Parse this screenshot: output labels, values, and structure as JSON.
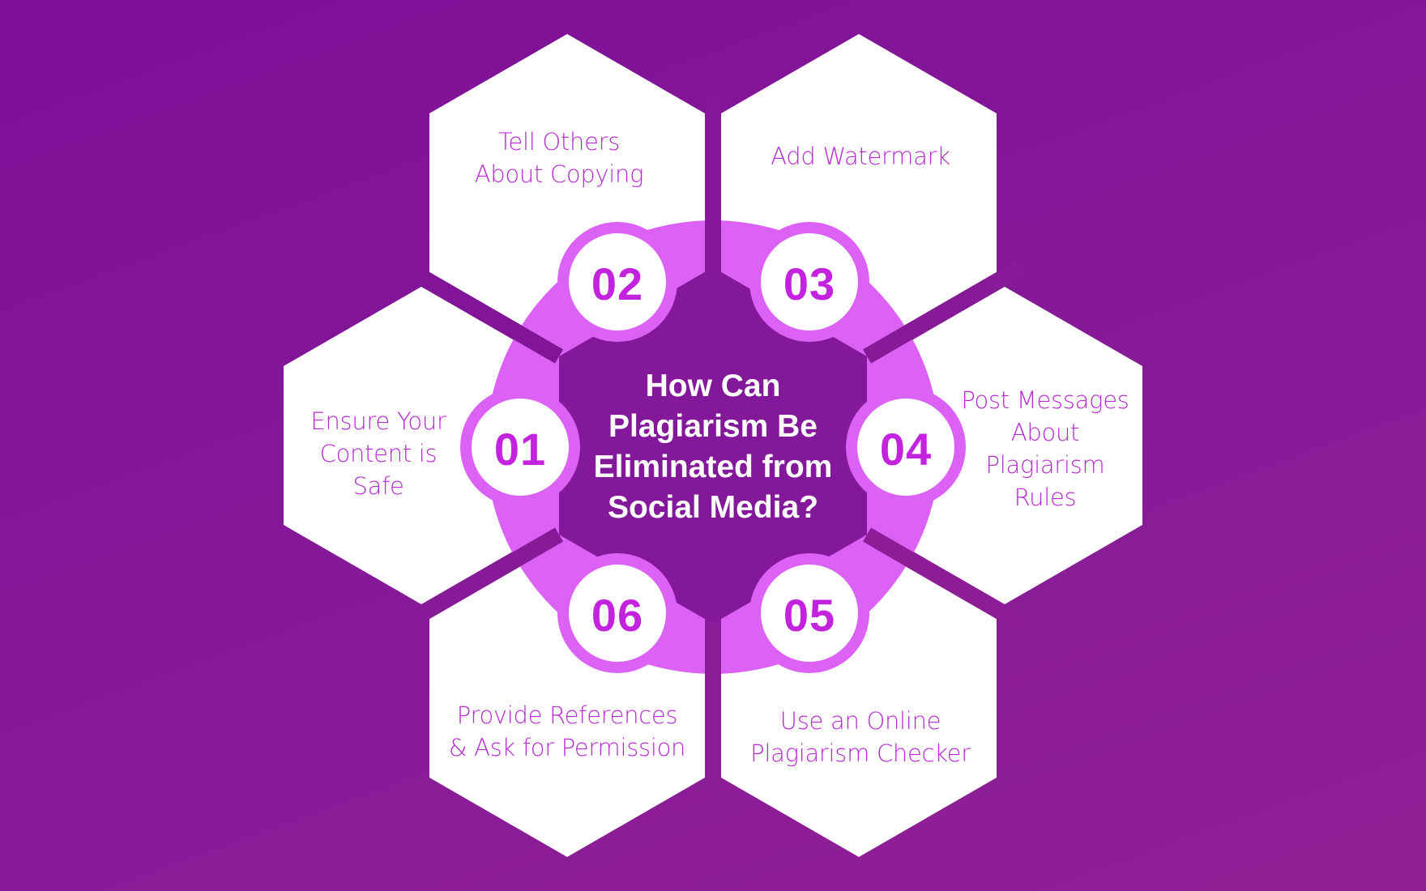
{
  "title": {
    "lines": [
      "How Can",
      "Plagiarism Be",
      "Eliminated from",
      "Social Media?"
    ]
  },
  "colors": {
    "background_start": "#7e0f98",
    "background_end": "#912096",
    "hex_fill": "#ffffff",
    "ring": "#dc62f5",
    "label_text": "#b62bd0",
    "number_text": "#c322de",
    "title_text": "#ffffff"
  },
  "steps": [
    {
      "number": "01",
      "lines": [
        "Ensure Your",
        "Content is",
        "Safe"
      ]
    },
    {
      "number": "02",
      "lines": [
        "Tell Others",
        "About Copying"
      ]
    },
    {
      "number": "03",
      "lines": [
        "Add Watermark"
      ]
    },
    {
      "number": "04",
      "lines": [
        "Post Messages",
        "About",
        "Plagiarism",
        "Rules"
      ]
    },
    {
      "number": "05",
      "lines": [
        "Use an Online",
        "Plagiarism Checker"
      ]
    },
    {
      "number": "06",
      "lines": [
        "Provide References",
        "& Ask for Permission"
      ]
    }
  ]
}
